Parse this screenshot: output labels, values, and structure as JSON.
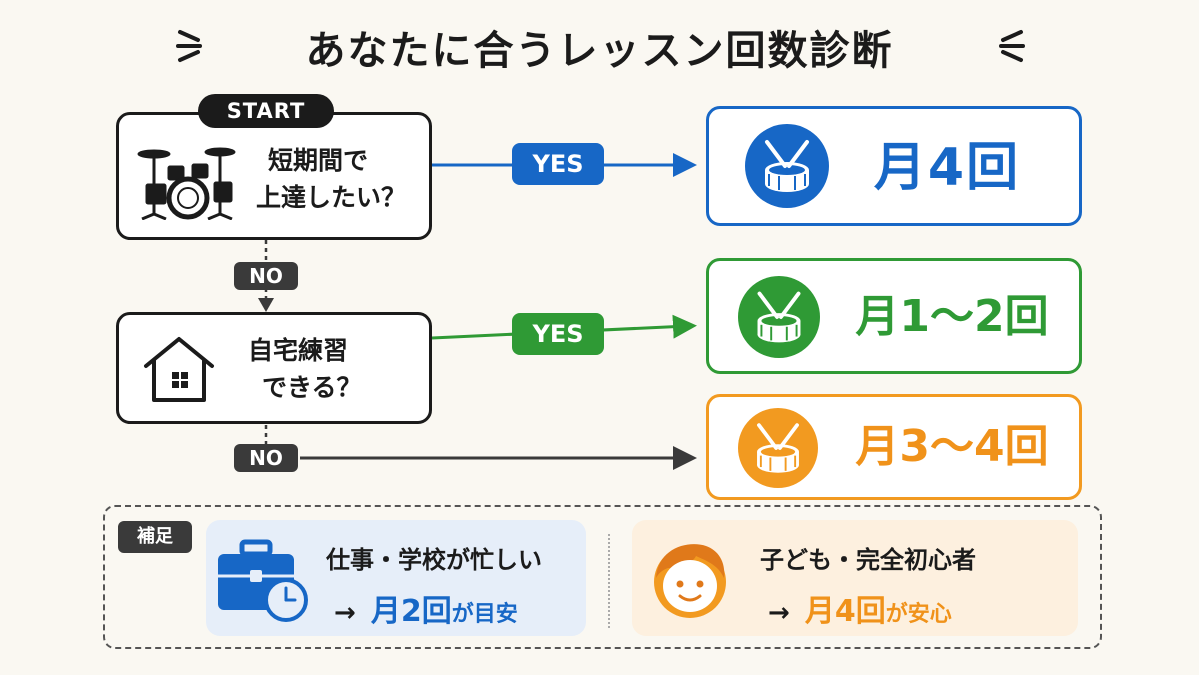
{
  "title": "あなたに合うレッスン回数診断",
  "start_label": "START",
  "questions": [
    {
      "line1": "短期間で",
      "line2": "上達したい？",
      "icon": "drum-kit-icon"
    },
    {
      "line1": "自宅練習",
      "line2": "できる？",
      "icon": "house-icon"
    }
  ],
  "branches": {
    "q1_yes": "YES",
    "q1_no": "NO",
    "q2_yes": "YES",
    "q2_no": "NO"
  },
  "results": [
    {
      "label": "月4回",
      "color": "#1767c6",
      "icon": "snare-drum-icon"
    },
    {
      "label": "月1〜2回",
      "color": "#2f9a35",
      "icon": "snare-drum-icon"
    },
    {
      "label": "月3〜4回",
      "color": "#f0921a",
      "icon": "snare-drum-icon"
    }
  ],
  "supplement": {
    "tag": "補足",
    "cards": [
      {
        "line1": "仕事・学校が忙しい",
        "arrow": "→",
        "emph": "月2回",
        "suffix": "が目安",
        "icon": "briefcase-clock-icon",
        "color": "#1767c6"
      },
      {
        "line1": "子ども・完全初心者",
        "arrow": "→",
        "emph": "月4回",
        "suffix": "が安心",
        "icon": "child-face-icon",
        "color": "#f0921a"
      }
    ]
  }
}
